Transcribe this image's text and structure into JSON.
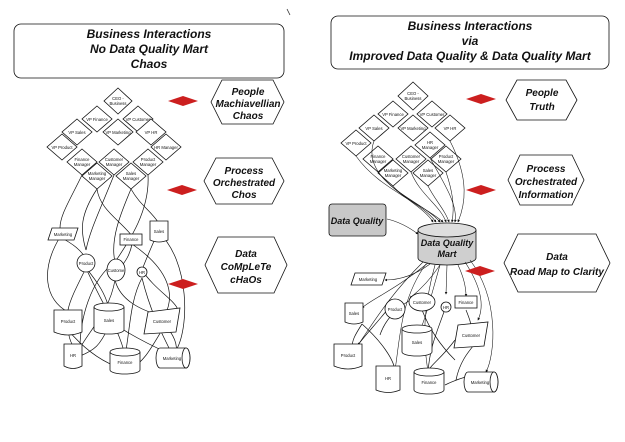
{
  "left": {
    "title": [
      "Business Interactions",
      "No Data Quality Mart",
      "Chaos"
    ],
    "callouts": {
      "people": [
        "People",
        "Machiavellian",
        "Chaos"
      ],
      "process": [
        "Process",
        "Orchestrated",
        "Chos"
      ],
      "data": [
        "Data",
        "CoMpLeTe",
        "cHaOs"
      ]
    },
    "org": {
      "ceo": [
        "CEO -",
        "Business"
      ],
      "vp_finance": "VP Finance",
      "vp_customer": "VP Customer",
      "vp_sales": "VP Sales",
      "vp_marketing": "VP Marketing",
      "vp_hr": "VP HR",
      "vp_product": "VP Product",
      "hr_manager": "HR Manager",
      "finance_manager": [
        "Finance",
        "Manager"
      ],
      "customer_manager": [
        "Customer",
        "Manager"
      ],
      "product_manager": [
        "Product",
        "Manager"
      ],
      "marketing_manager": [
        "Marketing",
        "Manager"
      ],
      "sales_manager": [
        "Sales",
        "Manager"
      ]
    },
    "process": {
      "marketing": "Marketing",
      "finance": "Finance",
      "sales": "Sales",
      "product": "Product",
      "customer": "Custome",
      "hr": "HR"
    },
    "data": {
      "product": "Product",
      "sales": "Sales",
      "customer": "Customer",
      "hr": "HR",
      "finance": "Finance",
      "marketing": "Marketing"
    }
  },
  "right": {
    "title": [
      "Business Interactions",
      "via",
      "Improved Data Quality & Data Quality Mart"
    ],
    "callouts": {
      "people": [
        "People",
        "Truth"
      ],
      "process": [
        "Process",
        "Orchestrated",
        "Information"
      ],
      "data": [
        "Data",
        "Road Map to Clarity"
      ]
    },
    "data_quality": "Data Quality",
    "mart": [
      "Data Quality",
      "Mart"
    ],
    "org": {
      "ceo": [
        "CEO -",
        "Business"
      ],
      "vp_finance": "VP Finance",
      "vp_customer": "VP Customer",
      "vp_sales": "VP Sales",
      "vp_marketing": "VP Marketing",
      "vp_hr": "VP HR",
      "vp_product": "VP Product",
      "hr_manager": [
        "HR",
        "Manager"
      ],
      "finance_manager": [
        "Finance",
        "Manager"
      ],
      "customer_manager": [
        "Customer",
        "Manager"
      ],
      "product_manager": [
        "Product",
        "Manager"
      ],
      "marketing_manager": [
        "Marketing",
        "Manager"
      ],
      "sales_manager": [
        "Sales",
        "Manager"
      ]
    },
    "process": {
      "marketing": "Marketing",
      "product": "Product",
      "customer": "Customer",
      "hr": "HR",
      "finance": "Finance",
      "sales": "Sales"
    },
    "data": {
      "sales": "Sales",
      "customer": "Customer",
      "product": "Product",
      "hr": "HR",
      "finance": "Finance",
      "marketing": "Marketing"
    }
  },
  "colors": {
    "arrow": "#cc1f1f",
    "data_quality_fill": "#c8c8c8",
    "mart_fill": "#cfcfcf"
  }
}
